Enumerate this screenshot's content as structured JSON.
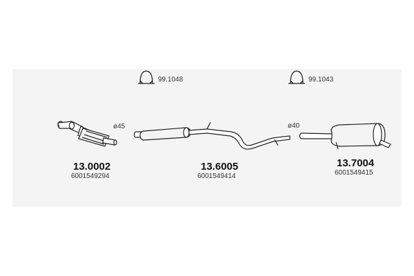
{
  "clamps": [
    {
      "code": "99.1048"
    },
    {
      "code": "99.1043"
    }
  ],
  "parts": [
    {
      "number": "13.0002",
      "oem": "6001549294",
      "diameter": "ø45"
    },
    {
      "number": "13.6005",
      "oem": "6001549414",
      "diameter": "ø40"
    },
    {
      "number": "13.7004",
      "oem": "6001549415",
      "diameter": ""
    }
  ]
}
